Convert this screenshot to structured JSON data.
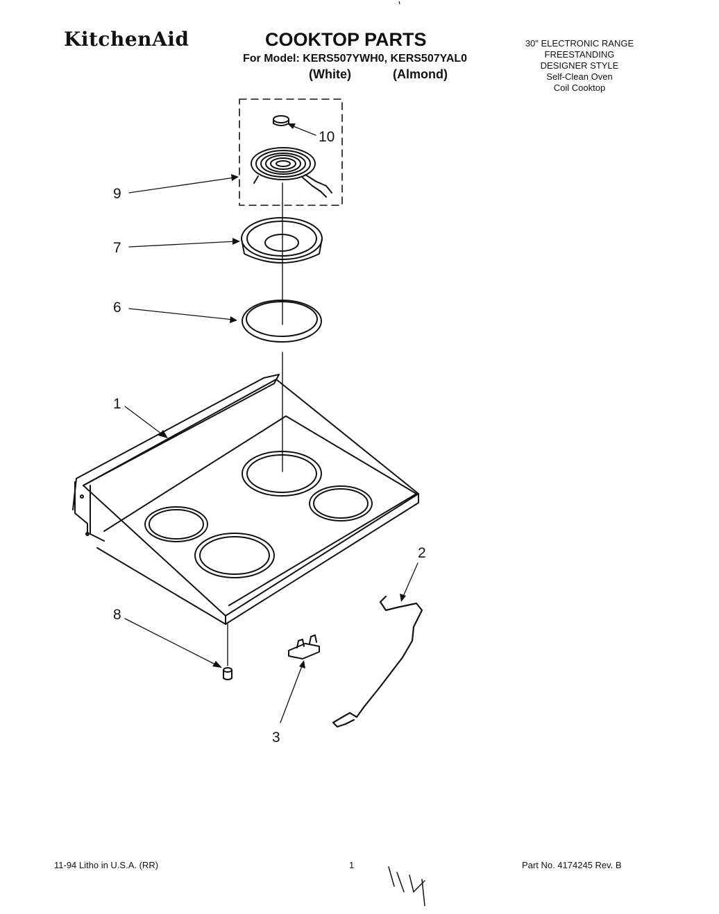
{
  "header": {
    "brand": "KitchenAid",
    "title": "COOKTOP PARTS",
    "model_line": "For Model: KERS507YWH0, KERS507YAL0",
    "variant_white": "(White)",
    "variant_almond": "(Almond)"
  },
  "spec": [
    "30\" ELECTRONIC RANGE",
    "FREESTANDING",
    "DESIGNER STYLE",
    "Self-Clean Oven",
    "Coil Cooktop"
  ],
  "callouts": {
    "c1": "1",
    "c2": "2",
    "c3": "3",
    "c6": "6",
    "c7": "7",
    "c8": "8",
    "c9": "9",
    "c10": "10"
  },
  "footer": {
    "litho": "11-94 Litho in U.S.A. (RR)",
    "page": "1",
    "part_no": "Part No. 4174245 Rev. B"
  }
}
